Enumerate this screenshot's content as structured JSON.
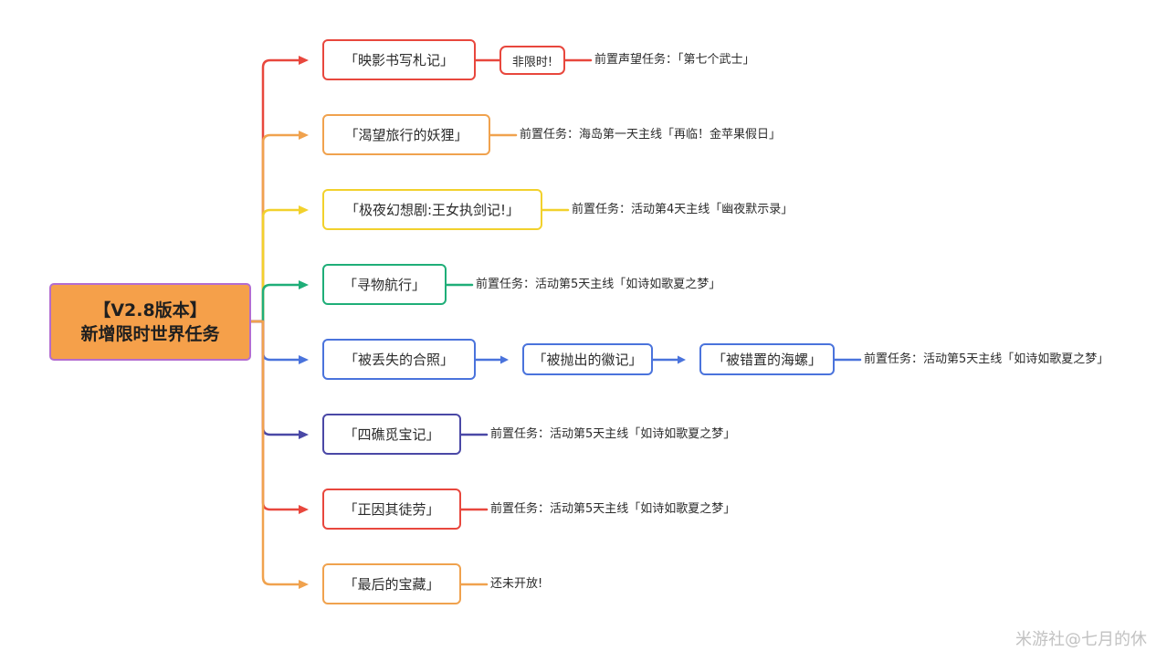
{
  "root": {
    "line1": "【V2.8版本】",
    "line2": "新增限时世界任务",
    "fill_color": "#f5a04a",
    "border_color": "#b36dd0"
  },
  "branches": [
    {
      "title": "「映影书写札记」",
      "tag": "非限时!",
      "note": "前置声望任务：「第七个武士」",
      "color": "#e8473d"
    },
    {
      "title": "「渴望旅行的妖狸」",
      "note": "前置任务：海岛第一天主线「再临！金苹果假日」",
      "color": "#f0a24e"
    },
    {
      "title": "「极夜幻想剧:王女执剑记!」",
      "note": "前置任务：活动第4天主线「幽夜默示录」",
      "color": "#f2d12c"
    },
    {
      "title": "「寻物航行」",
      "note": "前置任务：活动第5天主线「如诗如歌夏之梦」",
      "color": "#1fae78"
    },
    {
      "title": "「被丢失的合照」",
      "chain": [
        "「被抛出的徽记」",
        "「被错置的海螺」"
      ],
      "note": "前置任务：活动第5天主线「如诗如歌夏之梦」",
      "color": "#4a73dc"
    },
    {
      "title": "「四礁觅宝记」",
      "note": "前置任务：活动第5天主线「如诗如歌夏之梦」",
      "color": "#4a48a6"
    },
    {
      "title": "「正因其徒劳」",
      "note": "前置任务：活动第5天主线「如诗如歌夏之梦」",
      "color": "#e8473d"
    },
    {
      "title": "「最后的宝藏」",
      "note": "还未开放!",
      "color": "#f0a24e"
    }
  ],
  "watermark": "米游社@七月的休"
}
